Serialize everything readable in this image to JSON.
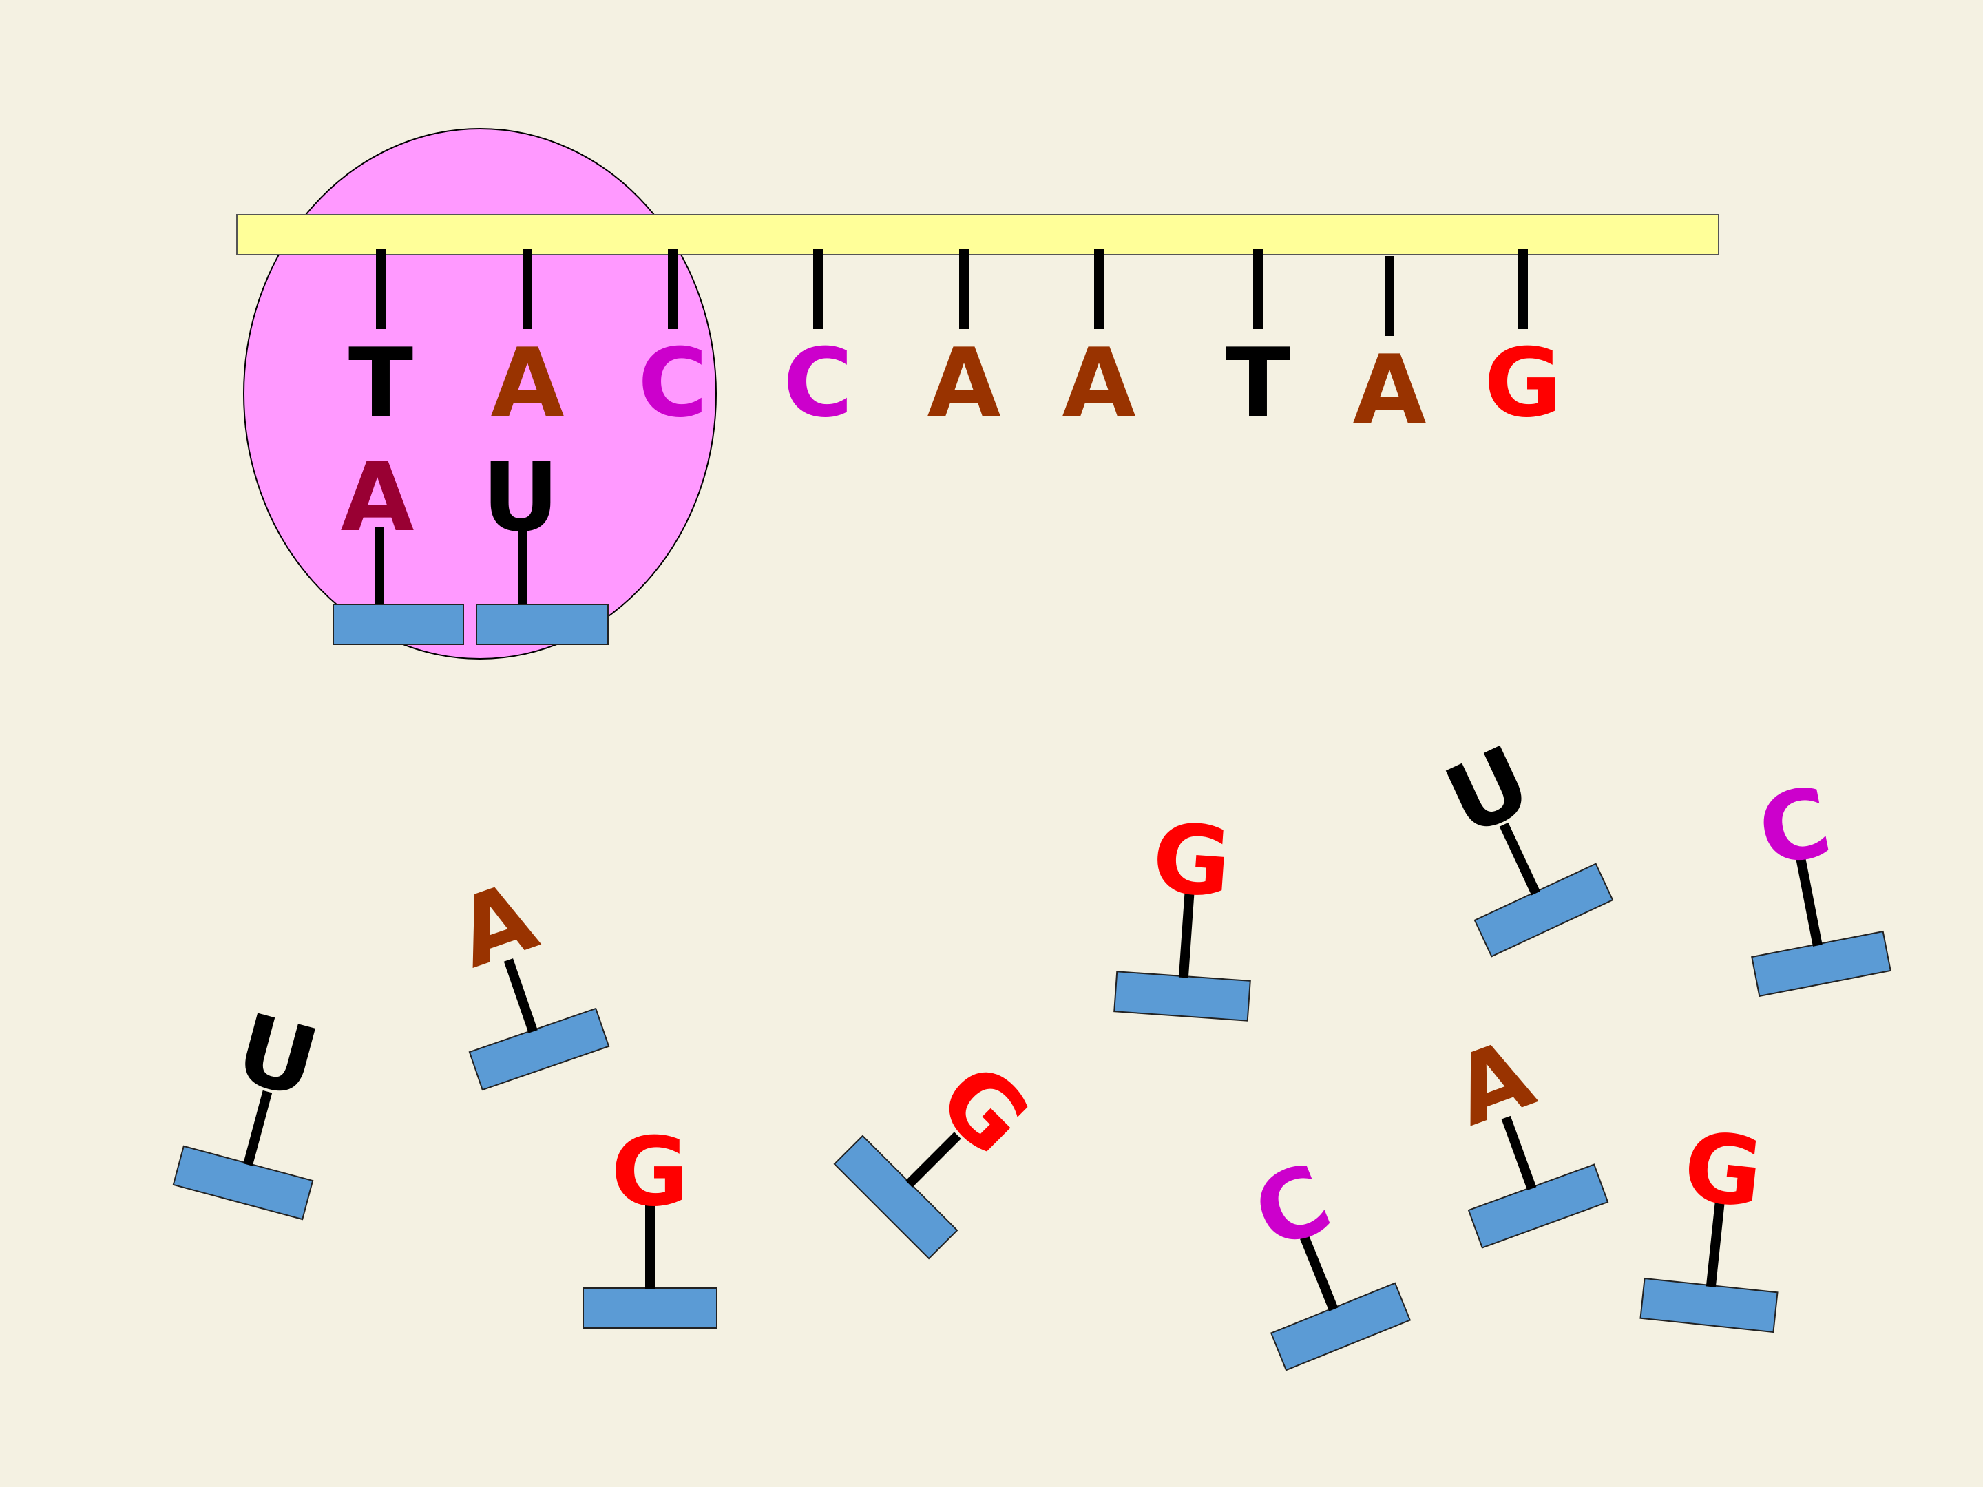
{
  "colors": {
    "background": "#f4f1e2",
    "ribosome": "#ff99ff",
    "mrna_strand": "#ffff99",
    "trna_body": "#5b9bd5",
    "stick": "#000000",
    "base_T": "#000000",
    "base_U": "#000000",
    "base_A_template": "#993300",
    "base_A_paired": "#990033",
    "base_C": "#cc00cc",
    "base_G": "#ff0000"
  },
  "strand": {
    "bases": [
      "T",
      "A",
      "C",
      "C",
      "A",
      "A",
      "T",
      "A",
      "G"
    ],
    "base_colors": [
      "#000000",
      "#993300",
      "#cc00cc",
      "#cc00cc",
      "#993300",
      "#993300",
      "#000000",
      "#993300",
      "#ff0000"
    ]
  },
  "paired_trnas": [
    {
      "base": "A",
      "color": "#990033"
    },
    {
      "base": "U",
      "color": "#000000"
    }
  ],
  "free_trnas": [
    {
      "base": "U",
      "color": "#000000"
    },
    {
      "base": "A",
      "color": "#993300"
    },
    {
      "base": "G",
      "color": "#ff0000"
    },
    {
      "base": "G",
      "color": "#ff0000"
    },
    {
      "base": "G",
      "color": "#ff0000"
    },
    {
      "base": "U",
      "color": "#000000"
    },
    {
      "base": "C",
      "color": "#cc00cc"
    },
    {
      "base": "C",
      "color": "#cc00cc"
    },
    {
      "base": "A",
      "color": "#993300"
    },
    {
      "base": "G",
      "color": "#ff0000"
    }
  ]
}
